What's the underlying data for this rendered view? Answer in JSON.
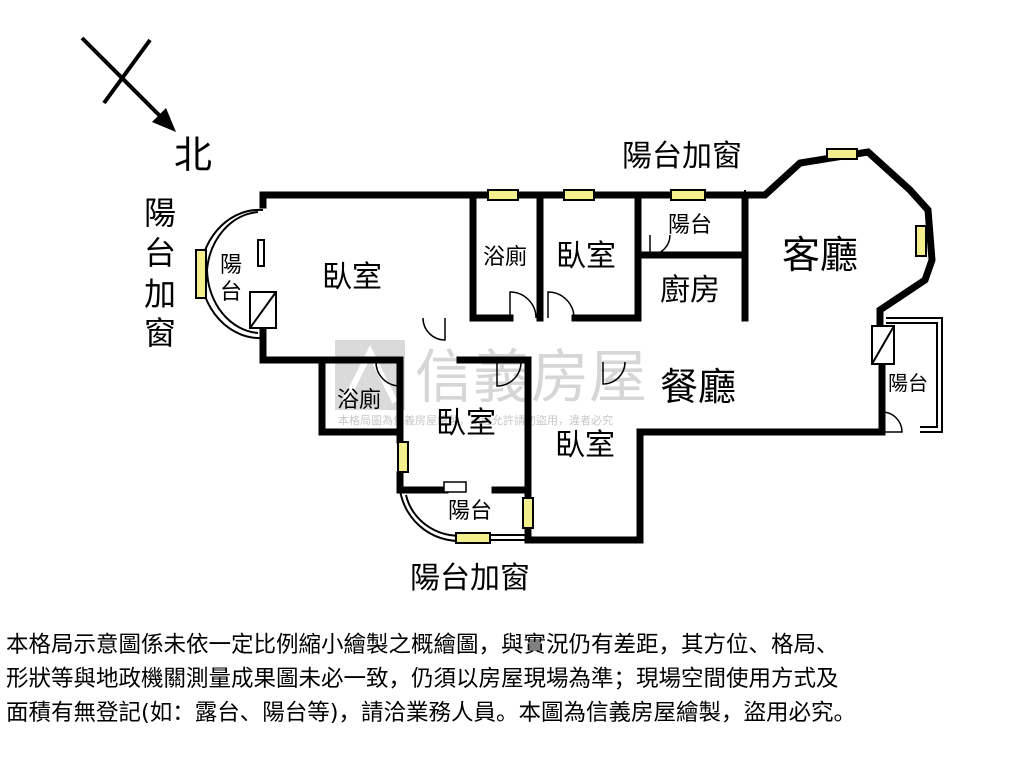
{
  "compass": {
    "north_label": "北"
  },
  "watermark": {
    "brand": "信義房屋",
    "caption": "本格局圖為信義房屋繪製，未經允許請勿盜用，違者必究"
  },
  "rooms": {
    "bedroom_main": "臥室",
    "bedroom_mid": "臥室",
    "bedroom_lower_left": "臥室",
    "bedroom_lower_right": "臥室",
    "bath_upper": "浴廁",
    "bath_lower": "浴廁",
    "balcony_left": "陽台",
    "balcony_kitchen": "陽台",
    "balcony_lower": "陽台",
    "balcony_right": "陽台",
    "kitchen": "廚房",
    "living": "客廳",
    "dining": "餐廳"
  },
  "annotations": {
    "balcony_window_left": "陽台加窗",
    "balcony_window_top": "陽台加窗",
    "balcony_window_bottom": "陽台加窗"
  },
  "disclaimer": {
    "line1": "本格局示意圖係未依一定比例縮小繪製之概繪圖，與實況仍有差距，其方位、格局、",
    "line2": "形狀等與地政機關測量成果圖未必一致，仍須以房屋現場為準；現場空間使用方式及",
    "line3": "面積有無登記(如：露台、陽台等)，請洽業務人員。本圖為信義房屋繪製，盜用必究。"
  },
  "colors": {
    "wall": "#000000",
    "window": "#f2ef8c",
    "watermark": "#c8c8c8"
  }
}
